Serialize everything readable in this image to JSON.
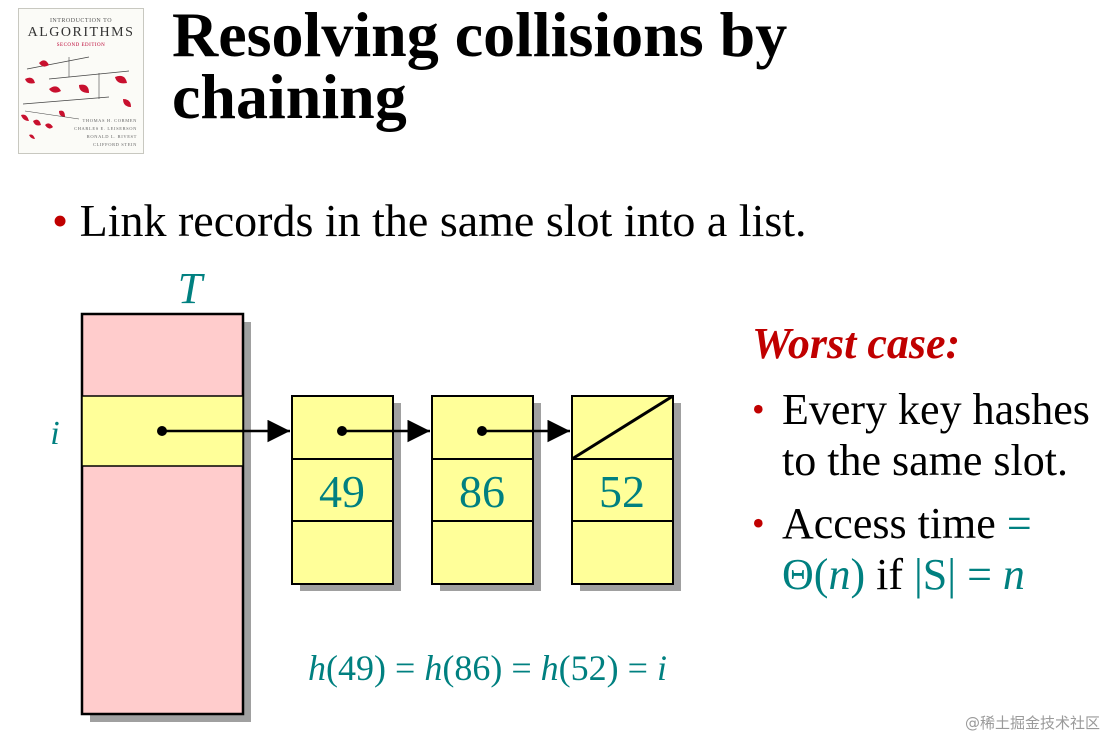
{
  "book": {
    "top_line": "INTRODUCTION TO",
    "title": "ALGORITHMS",
    "edition": "SECOND EDITION",
    "authors": [
      "THOMAS H. CORMEN",
      "CHARLES E. LEISERSON",
      "RONALD L. RIVEST",
      "CLIFFORD STEIN"
    ]
  },
  "slide": {
    "title_line1": "Resolving collisions by",
    "title_line2": "chaining",
    "bullet_marker": "•",
    "bullet": "Link records in the same slot into a list."
  },
  "diagram": {
    "table_label": "T",
    "slot_label": "i",
    "keys": [
      "49",
      "86",
      "52"
    ],
    "hash_eq": {
      "h": "h",
      "open": "(",
      "close": ")",
      "eq": " = ",
      "rhs": "i"
    }
  },
  "worst_case": {
    "heading": "Worst case:",
    "item1": "Every key hashes to the same slot.",
    "item2": {
      "text1": "Access time ",
      "eq1": "=",
      "theta": "Θ(",
      "n": "n",
      "close": ")",
      "if": " if ",
      "abs": "|S|",
      "eq2": " = ",
      "n2": "n"
    }
  },
  "colors": {
    "accent_red": "#c00000",
    "teal": "#008080",
    "table_fill": "#ffcccc",
    "node_fill": "#ffff99"
  },
  "watermark": "@稀土掘金技术社区"
}
